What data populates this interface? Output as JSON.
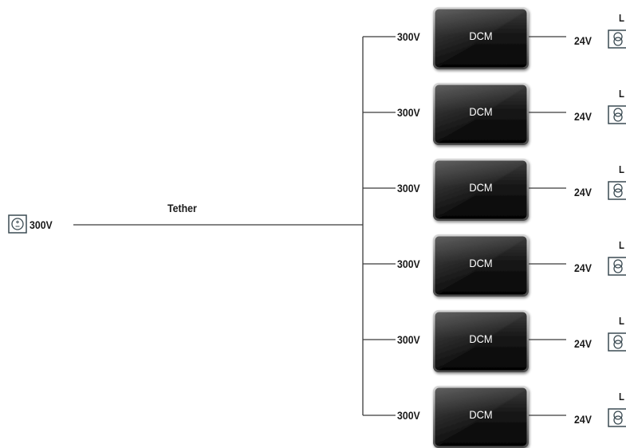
{
  "source": {
    "icon": "dc-source-icon",
    "voltage": "300V"
  },
  "tether": {
    "label": "Tether"
  },
  "branches": [
    {
      "input_voltage": "300V",
      "converter_label": "DCM",
      "output_voltage": "24V",
      "load_icon": "transformer-icon",
      "load_label": "L"
    },
    {
      "input_voltage": "300V",
      "converter_label": "DCM",
      "output_voltage": "24V",
      "load_icon": "transformer-icon",
      "load_label": "L"
    },
    {
      "input_voltage": "300V",
      "converter_label": "DCM",
      "output_voltage": "24V",
      "load_icon": "transformer-icon",
      "load_label": "L"
    },
    {
      "input_voltage": "300V",
      "converter_label": "DCM",
      "output_voltage": "24V",
      "load_icon": "transformer-icon",
      "load_label": "L"
    },
    {
      "input_voltage": "300V",
      "converter_label": "DCM",
      "output_voltage": "24V",
      "load_icon": "transformer-icon",
      "load_label": "L"
    },
    {
      "input_voltage": "300V",
      "converter_label": "DCM",
      "output_voltage": "24V",
      "load_icon": "transformer-icon",
      "load_label": "L"
    }
  ],
  "colors": {
    "wire": "#3a3a3a",
    "module_fill": "#0b0b0b",
    "module_text": "#ffffff",
    "icon_stroke": "#3a4a52"
  }
}
